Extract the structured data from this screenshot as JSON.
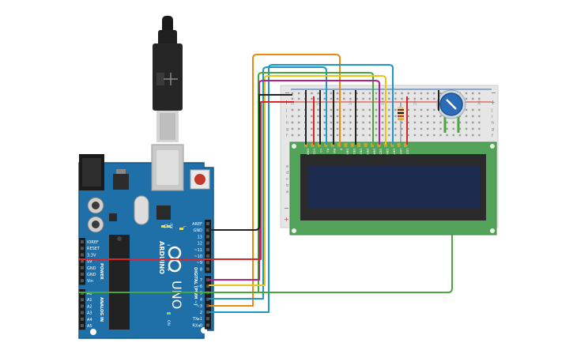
{
  "colors": {
    "board": "#1f6fa8",
    "board_dark": "#175987",
    "lcd_pcb": "#53a35a",
    "lcd_screen": "#1c2a4e",
    "breadboard": "#e6e6e6",
    "rail_red": "#d9342b",
    "rail_blue": "#2a6cb3",
    "wire_black": "#222222",
    "wire_red": "#d8262b",
    "wire_orange": "#ea8a14",
    "wire_blue": "#1e96c8",
    "wire_yellow": "#e6c619",
    "wire_green": "#46a73b",
    "wire_magenta": "#b0208f",
    "pot_knob": "#2b6cb8"
  },
  "arduino": {
    "brand": "ARDUINO",
    "model": "UNO",
    "power_header": "POWER",
    "analog_header": "ANALOG IN",
    "digital_header": "DIGITAL (PWM ~)",
    "tx_label": "TX",
    "rx_label": "RX",
    "l_label": "L",
    "on_label": "ON",
    "power_pins": [
      "IOREF",
      "RESET",
      "3.3V",
      "5V",
      "GND",
      "GND",
      "Vin"
    ],
    "analog_pins": [
      "A0",
      "A1",
      "A2",
      "A3",
      "A4",
      "A5"
    ],
    "digital_pins_top": [
      "AREF",
      "GND",
      "13",
      "12",
      "~11",
      "~10",
      "~9",
      "8"
    ],
    "digital_pins_bottom": [
      "7",
      "~6",
      "~5",
      "4",
      "~3",
      "2",
      "TX▸1",
      "RX◂0"
    ]
  },
  "breadboard": {
    "plus": "+",
    "minus": "−",
    "row_letters_top": [
      "j",
      "i",
      "h",
      "g",
      "f"
    ],
    "row_letters_bottom": [
      "e",
      "d",
      "c",
      "b",
      "a"
    ],
    "column_numbers": [
      "1",
      "5",
      "10",
      "15",
      "20",
      "25",
      "30"
    ]
  },
  "lcd": {
    "pin_labels": [
      "GND",
      "VCC",
      "V0",
      "RS",
      "RW",
      "E",
      "DB0",
      "DB1",
      "DB2",
      "DB3",
      "DB4",
      "DB5",
      "DB6",
      "DB7",
      "LED",
      "LED"
    ]
  }
}
